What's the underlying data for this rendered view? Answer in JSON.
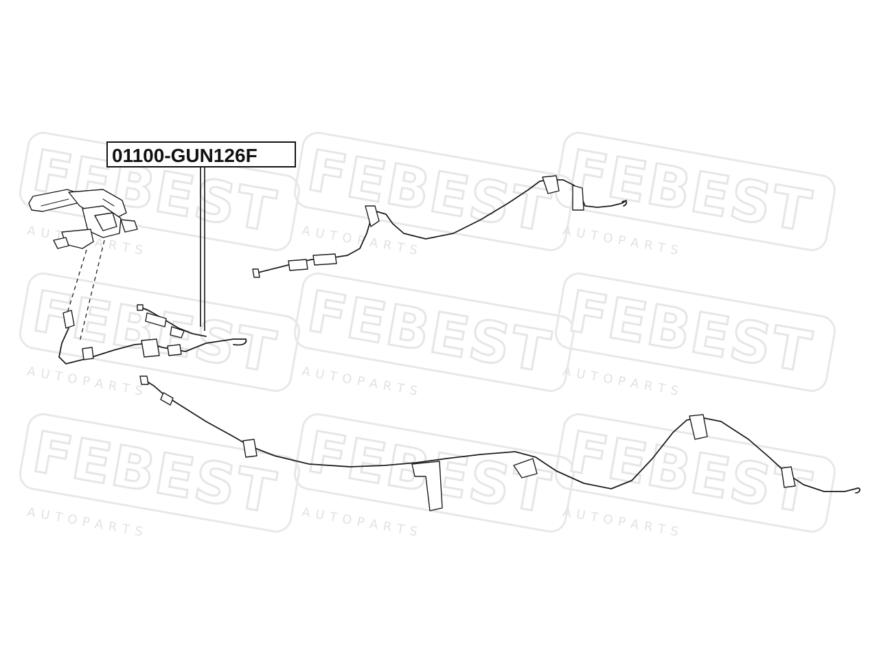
{
  "part_number": "01100-GUN126F",
  "watermark": {
    "brand": "FEBEST",
    "sub": "A U T O   P A R T S"
  }
}
